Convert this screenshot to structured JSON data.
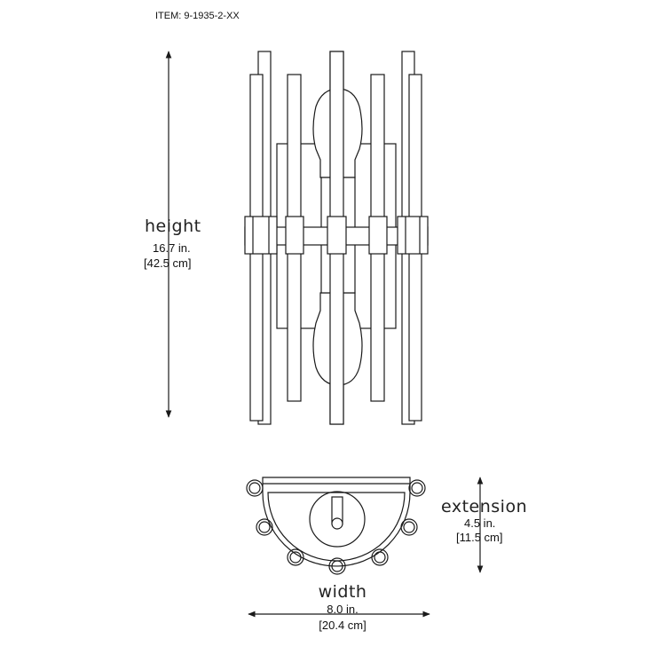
{
  "item_label": "ITEM: 9-1935-2-XX",
  "height": {
    "label": "height",
    "inches": "16.7 in.",
    "cm": "[42.5 cm]"
  },
  "extension": {
    "label": "extension",
    "inches": "4.5 in.",
    "cm": "[11.5 cm]"
  },
  "width": {
    "label": "width",
    "inches": "8.0 in.",
    "cm": "[20.4 cm]"
  },
  "colors": {
    "line": "#1a1a1a",
    "glass_fill": "#ffffff"
  }
}
